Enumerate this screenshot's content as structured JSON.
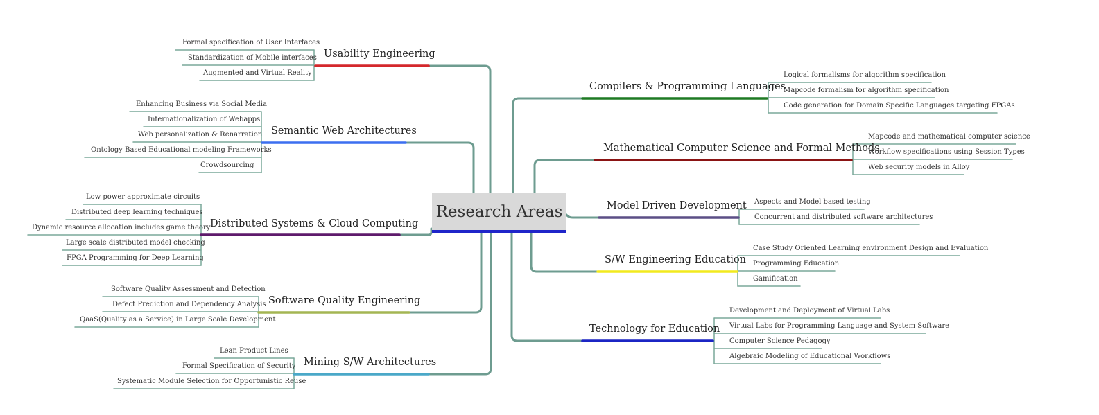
{
  "root": "Research Areas",
  "branches": {
    "usability": {
      "label": "Usability Engineering",
      "color": "#d4272b",
      "items": [
        "Formal specification of User Interfaces",
        "Standardization of Mobile interfaces",
        "Augmented and Virtual Reality"
      ]
    },
    "semantic": {
      "label": "Semantic Web Architectures",
      "color": "#3c6ff0",
      "items": [
        "Enhancing Business via Social Media",
        "Internationalization of Webapps",
        "Web personalization & Renarration",
        "Ontology Based Educational modeling Frameworks",
        "Crowdsourcing"
      ]
    },
    "distributed": {
      "label": "Distributed Systems & Cloud Computing",
      "color": "#5e1a6b",
      "items": [
        "Low power approximate circuits",
        "Distributed deep learning techniques",
        "Dynamic resource allocation includes game theory",
        "Large scale distributed model checking",
        "FPGA Programming for Deep Learning"
      ]
    },
    "quality": {
      "label": "Software Quality Engineering",
      "color": "#a4b553",
      "items": [
        "Software Quality Assessment and Detection",
        "Defect Prediction and Dependency Analysis",
        "QaaS(Quality as a Service) in Large Scale Development"
      ]
    },
    "mining": {
      "label": "Mining S/W Architectures",
      "color": "#4aa8c8",
      "items": [
        "Lean Product Lines",
        "Formal Specification of Security",
        "Systematic Module Selection for Opportunistic Reuse"
      ]
    },
    "compilers": {
      "label": "Compilers & Programming Languages",
      "color": "#1e7a23",
      "items": [
        "Logical formalisms for algorithm specification",
        "Mapcode formalism for algorithm specification",
        "Code generation for Domain Specific Languages targeting FPGAs"
      ]
    },
    "mathcs": {
      "label": "Mathematical Computer Science and Formal Methods",
      "color": "#8b1414",
      "items": [
        "Mapcode and mathematical computer science",
        "Workflow specifications using Session Types",
        "Web security models in Alloy"
      ]
    },
    "mdd": {
      "label": "Model Driven Development",
      "color": "#5b4f86",
      "items": [
        "Aspects and Model based testing",
        "Concurrent and distributed software architectures"
      ]
    },
    "swedu": {
      "label": "S/W Engineering Education",
      "color": "#f2ea1e",
      "items": [
        "Case Study Oriented Learning environment Design and Evaluation",
        "Programming Education",
        "Gamification"
      ]
    },
    "techedu": {
      "label": "Technology for Education",
      "color": "#1b25c4",
      "items": [
        "Development and Deployment of Virtual Labs",
        "Virtual Labs for Programming Language and System Software",
        "Computer Science Pedagogy",
        "Algebraic Modeling of Educational Workflows"
      ]
    }
  }
}
